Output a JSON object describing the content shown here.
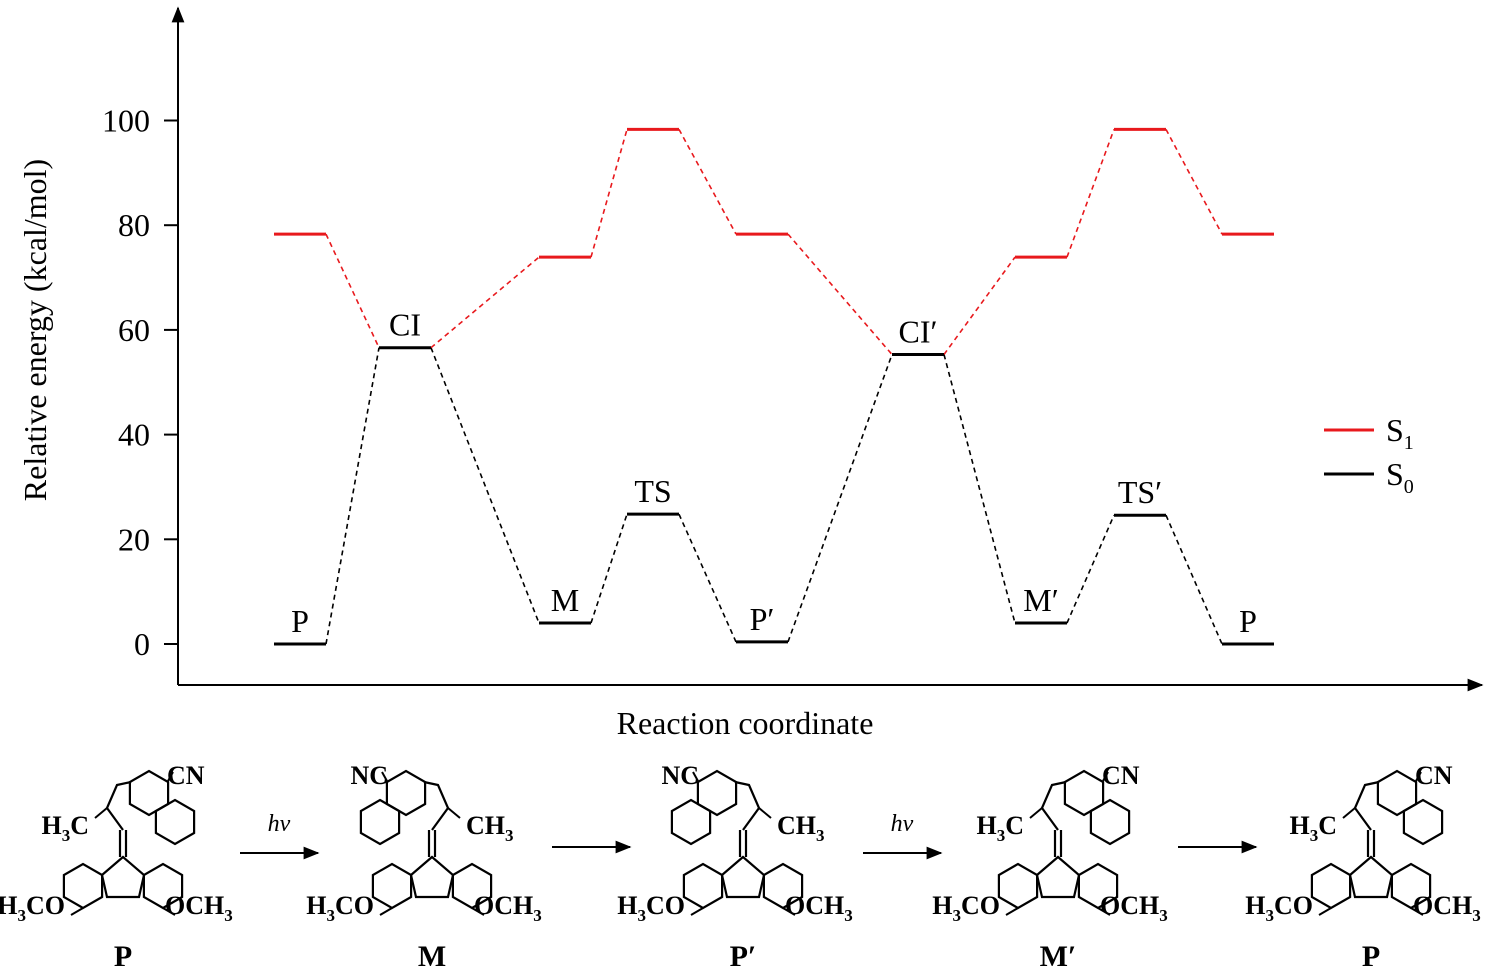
{
  "chart_data": {
    "type": "energy-level-diagram",
    "ylabel": "Relative energy (kcal/mol)",
    "xlabel": "Reaction coordinate",
    "ylim": [
      -8,
      122
    ],
    "yticks": [
      0,
      20,
      40,
      60,
      80,
      100
    ],
    "legend": {
      "position": "right",
      "entries": [
        {
          "name": "S",
          "sub": "1",
          "color": "#e8191d"
        },
        {
          "name": "S",
          "sub": "0",
          "color": "#000000"
        }
      ]
    },
    "series": [
      {
        "name": "S1",
        "color": "#e8191d",
        "values": [
          78.3,
          null,
          73.9,
          98.3,
          78.3,
          null,
          73.9,
          98.3,
          78.3
        ]
      },
      {
        "name": "S0",
        "color": "#000000",
        "values": [
          0.0,
          56.6,
          4.0,
          24.8,
          0.4,
          55.3,
          4.0,
          24.6,
          0.0
        ]
      }
    ],
    "points": [
      "P",
      "CI",
      "M",
      "TS",
      "P′",
      "CI′",
      "M′",
      "TS′",
      "P"
    ],
    "state_labels": [
      "P",
      "CI",
      "M",
      "TS",
      "P′",
      "CI′",
      "M′",
      "TS′",
      "P"
    ]
  },
  "scheme": {
    "molecules": [
      {
        "label": "P",
        "texts": [
          {
            "main": "H",
            "sub": "3",
            "tail": "C"
          },
          {
            "main": "CN",
            "sub": "",
            "tail": ""
          },
          {
            "main": "H",
            "sub": "3",
            "tail": "CO"
          },
          {
            "main": "OCH",
            "sub": "3",
            "tail": ""
          }
        ]
      },
      {
        "label": "M",
        "texts": [
          {
            "main": "NC",
            "sub": "",
            "tail": ""
          },
          {
            "main": "CH",
            "sub": "3",
            "tail": ""
          },
          {
            "main": "H",
            "sub": "3",
            "tail": "CO"
          },
          {
            "main": "OCH",
            "sub": "3",
            "tail": ""
          }
        ]
      },
      {
        "label": "P′",
        "texts": [
          {
            "main": "NC",
            "sub": "",
            "tail": ""
          },
          {
            "main": "CH",
            "sub": "3",
            "tail": ""
          },
          {
            "main": "H",
            "sub": "3",
            "tail": "CO"
          },
          {
            "main": "OCH",
            "sub": "3",
            "tail": ""
          }
        ]
      },
      {
        "label": "M′",
        "texts": [
          {
            "main": "H",
            "sub": "3",
            "tail": "C"
          },
          {
            "main": "CN",
            "sub": "",
            "tail": ""
          },
          {
            "main": "H",
            "sub": "3",
            "tail": "CO"
          },
          {
            "main": "OCH",
            "sub": "3",
            "tail": ""
          }
        ]
      },
      {
        "label": "P",
        "texts": [
          {
            "main": "H",
            "sub": "3",
            "tail": "C"
          },
          {
            "main": "CN",
            "sub": "",
            "tail": ""
          },
          {
            "main": "H",
            "sub": "3",
            "tail": "CO"
          },
          {
            "main": "OCH",
            "sub": "3",
            "tail": ""
          }
        ]
      }
    ],
    "arrows": [
      {
        "text": "hv"
      },
      {
        "text": ""
      },
      {
        "text": "hv"
      },
      {
        "text": ""
      }
    ]
  }
}
